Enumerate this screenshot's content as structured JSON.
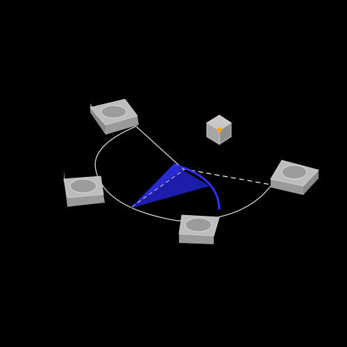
{
  "scene": {
    "background": "#000000",
    "track_color": "#d9d9d9",
    "sector_color": "#1f1fb4",
    "sector_edge_color": "#2b2bff",
    "arc_color": "#3030ff",
    "dashed_line_color": "#ffffff",
    "platform_top_color": "#bdbdbd",
    "platform_side_color": "#8a8a8a",
    "platform_front_color": "#9a9a9a",
    "cube_color": "#b5b5b5",
    "marker_color": "#ffa500"
  },
  "objects": {
    "platforms": [
      {
        "name": "platform-top-left",
        "icon": "pad-icon"
      },
      {
        "name": "platform-left",
        "icon": "pad-icon"
      },
      {
        "name": "platform-bottom",
        "icon": "pad-icon"
      },
      {
        "name": "platform-right",
        "icon": "pad-icon"
      }
    ],
    "cube": {
      "name": "floating-cube",
      "icon": "cube-icon",
      "marker": "orange-dot"
    }
  }
}
